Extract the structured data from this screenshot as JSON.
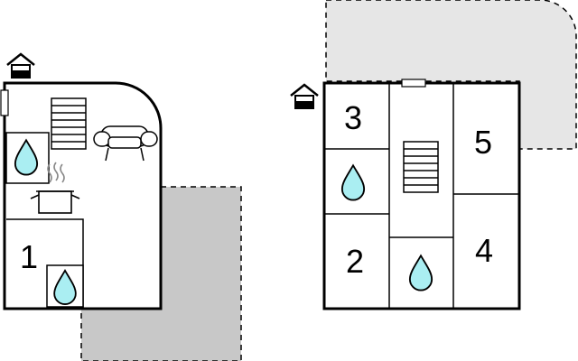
{
  "colors": {
    "wall": "#000000",
    "water": "#aaeef2",
    "terrace_light": "#e6e6e6",
    "terrace_dark": "#c8c8c8"
  },
  "floor_ground": {
    "entrance_icon": "house-entrance-icon",
    "room_number": "1",
    "fixtures": [
      "stairs-icon",
      "sofa-icon",
      "cooking-pot-icon",
      "water-drop-icon",
      "water-drop-icon"
    ]
  },
  "floor_upper": {
    "entrance_icon": "house-entrance-icon",
    "room_numbers": [
      "3",
      "5",
      "2",
      "4"
    ],
    "fixtures": [
      "stairs-icon",
      "water-drop-icon",
      "water-drop-icon",
      "window-icon"
    ]
  }
}
